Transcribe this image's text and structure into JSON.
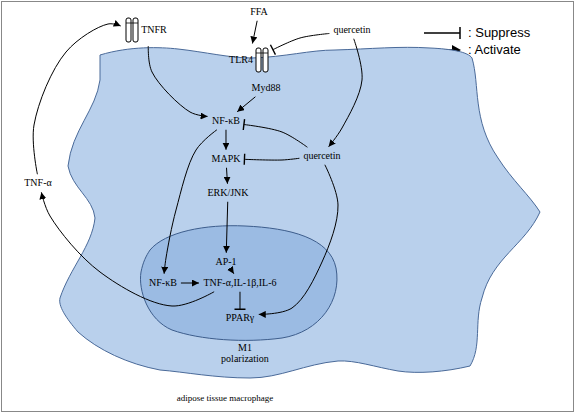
{
  "diagram": {
    "nodes": [
      {
        "text": [
          "M1 polarization"
        ]
      },
      {
        "text": [
          "FFA"
        ]
      },
      {
        "text": [
          "quercetin"
        ]
      },
      {
        "text": [
          "TNFR"
        ]
      },
      {
        "text": [
          "TLR4"
        ]
      },
      {
        "text": [
          "Myd88"
        ],
        "in": 0
      },
      {
        "text": [
          "NF-κB"
        ],
        "in": 0
      },
      {
        "text": [
          "quercetin"
        ],
        "in": 0
      },
      {
        "text": [
          "MAPK"
        ],
        "in": 0
      },
      {
        "text": [
          "ERK/JNK"
        ],
        "in": 0
      },
      {
        "text": [
          "AP-1"
        ],
        "in": 0
      },
      {
        "text": [
          "NF-κB"
        ],
        "in": 0
      },
      {
        "text": [
          "TNF-α,IL-1β,IL-6"
        ],
        "in": 0
      },
      {
        "text": [
          "PPARγ"
        ],
        "in": 0
      },
      {
        "text": [
          "TNF-α"
        ]
      }
    ],
    "edges": [
      {
        "from": 1,
        "to": 4,
        "arrow": "to"
      },
      {
        "from": 2,
        "to": 4,
        "arrow": "to"
      },
      {
        "from": 3,
        "to": 6,
        "arrow": "to"
      },
      {
        "from": 5,
        "to": 6,
        "arrow": "to"
      },
      {
        "from": 2,
        "to": 7,
        "arrow": "to"
      },
      {
        "from": 7,
        "to": 6,
        "arrow": "to"
      },
      {
        "from": 7,
        "to": 8,
        "arrow": "to"
      },
      {
        "from": 7,
        "to": 13,
        "arrow": "to"
      },
      {
        "from": 6,
        "to": 8,
        "arrow": "to"
      },
      {
        "from": 8,
        "to": 9,
        "arrow": "to"
      },
      {
        "from": 9,
        "to": 10,
        "arrow": "to"
      },
      {
        "from": 6,
        "to": 11,
        "arrow": "to"
      },
      {
        "from": 10,
        "to": 12,
        "arrow": "to"
      },
      {
        "from": 11,
        "to": 12,
        "arrow": "to"
      },
      {
        "from": 12,
        "to": 13,
        "arrow": "to"
      },
      {
        "from": 12,
        "to": 14,
        "arrow": "to"
      },
      {
        "from": 14,
        "to": 3,
        "arrow": "to"
      }
    ],
    "labels": [
      "adipose tissue macrophage"
    ],
    "legend": [
      {
        "text": ": Suppress"
      },
      {
        "text": ": Activate"
      }
    ]
  }
}
